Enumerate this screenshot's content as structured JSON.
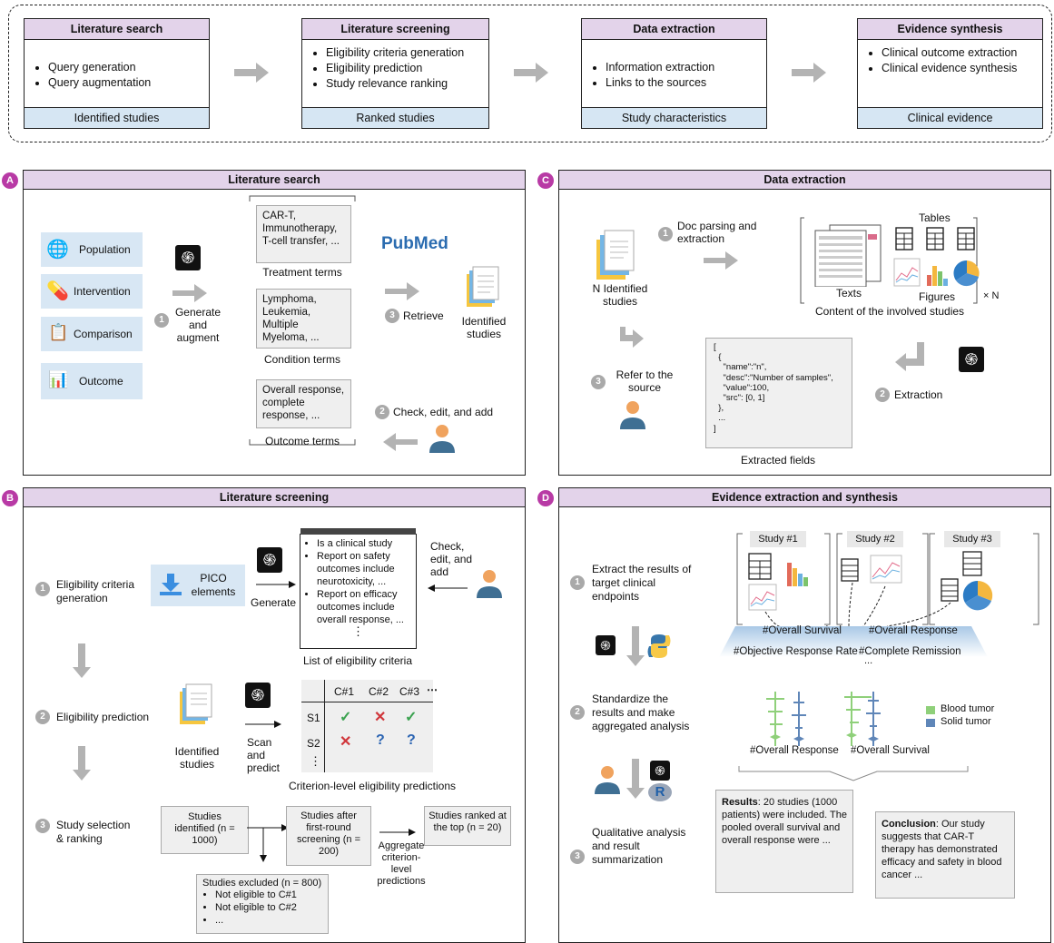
{
  "pipeline": [
    {
      "title": "Literature search",
      "items": [
        "Query generation",
        "Query augmentation"
      ],
      "output": "Identified studies"
    },
    {
      "title": "Literature screening",
      "items": [
        "Eligibility criteria generation",
        "Eligibility prediction",
        "Study relevance ranking"
      ],
      "output": "Ranked studies"
    },
    {
      "title": "Data extraction",
      "items": [
        "Information extraction",
        "Links to the sources"
      ],
      "output": "Study characteristics"
    },
    {
      "title": "Evidence synthesis",
      "items": [
        "Clinical outcome extraction",
        "Clinical evidence synthesis"
      ],
      "output": "Clinical evidence"
    }
  ],
  "panelA": {
    "letter": "A",
    "title": "Literature search",
    "pico": [
      "Population",
      "Intervention",
      "Comparison",
      "Outcome"
    ],
    "step1": "Generate and augment",
    "terms": [
      {
        "text": "CAR-T, Immunotherapy, T-cell transfer, ...",
        "label": "Treatment terms"
      },
      {
        "text": "Lymphoma, Leukemia, Multiple Myeloma, ...",
        "label": "Condition terms"
      },
      {
        "text": "Overall response, complete response, ...",
        "label": "Outcome terms"
      }
    ],
    "pubmed": "PubMed",
    "step3": "Retrieve",
    "identified": "Identified studies",
    "step2": "Check, edit, and add"
  },
  "panelB": {
    "letter": "B",
    "title": "Literature screening",
    "step1": "Eligibility criteria generation",
    "pico": "PICO elements",
    "generate": "Generate",
    "criteria": [
      "Is a clinical study",
      "Report on safety outcomes include neurotoxicity, ...",
      "Report on efficacy outcomes include overall response, ..."
    ],
    "ellipsis": "⋮",
    "criteria_label": "List of eligibility criteria",
    "check": "Check, edit, and add",
    "step2": "Eligibility prediction",
    "identified": "Identified studies",
    "scan": "Scan and predict",
    "table_cols": [
      "C#1",
      "C#2",
      "C#3",
      "⋯"
    ],
    "table_rows": [
      {
        "id": "S1",
        "cells": [
          "✓",
          "✕",
          "✓"
        ]
      },
      {
        "id": "S2",
        "cells": [
          "✕",
          "?",
          "?"
        ]
      },
      {
        "id": "⋮",
        "cells": [
          "",
          "",
          ""
        ]
      }
    ],
    "table_label": "Criterion-level eligibility predictions",
    "step3": "Study selection & ranking",
    "box_identified": "Studies identified (n = 1000)",
    "box_screen": "Studies after first-round screening (n = 200)",
    "box_top": "Studies ranked at the top (n = 20)",
    "aggregate": "Aggregate criterion-level predictions",
    "excluded_title": "Studies excluded (n = 800)",
    "excluded_items": [
      "Not eligible to C#1",
      "Not eligible to C#2",
      "..."
    ]
  },
  "panelC": {
    "letter": "C",
    "title": "Data extraction",
    "studies": "N Identified studies",
    "step1": "Doc parsing and extraction",
    "tables": "Tables",
    "texts": "Texts",
    "figures": "Figures",
    "times": "× N",
    "content": "Content of the involved studies",
    "json": [
      "[",
      "  {",
      "    \"name\":\"n\",",
      "    \"desc\":\"Number of samples\",",
      "    \"value\":100,",
      "    \"src\": [0, 1]",
      "  },",
      "  ...",
      "]"
    ],
    "extracted": "Extracted fields",
    "step2": "Extraction",
    "step3": "Refer to the source"
  },
  "panelD": {
    "letter": "D",
    "title": "Evidence extraction and synthesis",
    "step1": "Extract the results of target clinical endpoints",
    "studies": [
      "Study #1",
      "Study #2",
      "Study #3"
    ],
    "endpoints_top": [
      "#Overall Survival",
      "#Overall Response"
    ],
    "endpoints_bottom": [
      "#Objective Response Rate",
      "#Complete Remission"
    ],
    "endpoints_more": "...",
    "step2": "Standardize the results and make aggregated analysis",
    "legend": [
      {
        "label": "Blood tumor",
        "color": "#8fd07a"
      },
      {
        "label": "Solid tumor",
        "color": "#5f86b8"
      }
    ],
    "forest_labels": [
      "#Overall Response",
      "#Overall Survival"
    ],
    "step3": "Qualitative analysis and result summarization",
    "results_head": "Results",
    "results_text": ": 20 studies (1000 patients) were included. The pooled overall survival and overall response were ...",
    "conclusion_head": "Conclusion",
    "conclusion_text": ": Our study suggests that CAR-T therapy has demonstrated efficacy and safety in blood cancer ..."
  },
  "colors": {
    "header": "#e3d3ea",
    "footer": "#d6e6f3",
    "badge": "#b83aa5",
    "arrow": "#b3b3b3"
  }
}
